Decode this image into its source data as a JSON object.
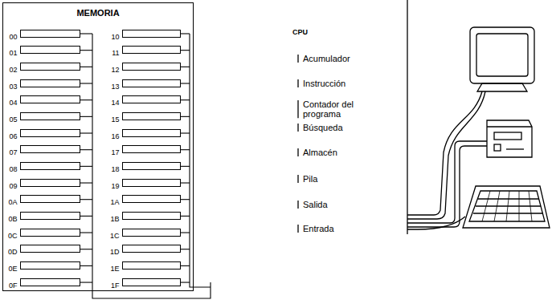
{
  "diagram": {
    "nodes": [
      {
        "text": [
          "MEMORIA"
        ]
      },
      {
        "text": [
          "00"
        ],
        "in": 0
      },
      {
        "text": [
          "01"
        ],
        "in": 0
      },
      {
        "text": [
          "02"
        ],
        "in": 0
      },
      {
        "text": [
          "03"
        ],
        "in": 0
      },
      {
        "text": [
          "04"
        ],
        "in": 0
      },
      {
        "text": [
          "05"
        ],
        "in": 0
      },
      {
        "text": [
          "06"
        ],
        "in": 0
      },
      {
        "text": [
          "07"
        ],
        "in": 0
      },
      {
        "text": [
          "08"
        ],
        "in": 0
      },
      {
        "text": [
          "09"
        ],
        "in": 0
      },
      {
        "text": [
          "0A"
        ],
        "in": 0
      },
      {
        "text": [
          "0B"
        ],
        "in": 0
      },
      {
        "text": [
          "0C"
        ],
        "in": 0
      },
      {
        "text": [
          "0D"
        ],
        "in": 0
      },
      {
        "text": [
          "0E"
        ],
        "in": 0
      },
      {
        "text": [
          "0F"
        ],
        "in": 0
      },
      {
        "text": [
          "10"
        ],
        "in": 0
      },
      {
        "text": [
          "11"
        ],
        "in": 0
      },
      {
        "text": [
          "12"
        ],
        "in": 0
      },
      {
        "text": [
          "13"
        ],
        "in": 0
      },
      {
        "text": [
          "14"
        ],
        "in": 0
      },
      {
        "text": [
          "15"
        ],
        "in": 0
      },
      {
        "text": [
          "16"
        ],
        "in": 0
      },
      {
        "text": [
          "17"
        ],
        "in": 0
      },
      {
        "text": [
          "18"
        ],
        "in": 0
      },
      {
        "text": [
          "19"
        ],
        "in": 0
      },
      {
        "text": [
          "1A"
        ],
        "in": 0
      },
      {
        "text": [
          "1B"
        ],
        "in": 0
      },
      {
        "text": [
          "1C"
        ],
        "in": 0
      },
      {
        "text": [
          "1D"
        ],
        "in": 0
      },
      {
        "text": [
          "1E"
        ],
        "in": 0
      },
      {
        "text": [
          "1F"
        ],
        "in": 0
      }
    ],
    "labels": [
      "CPU",
      "Acumulador",
      "Instrucción",
      "Contador del programa",
      "Búsqueda",
      "Almacén",
      "Pila",
      "Salida",
      "Entrada"
    ]
  }
}
